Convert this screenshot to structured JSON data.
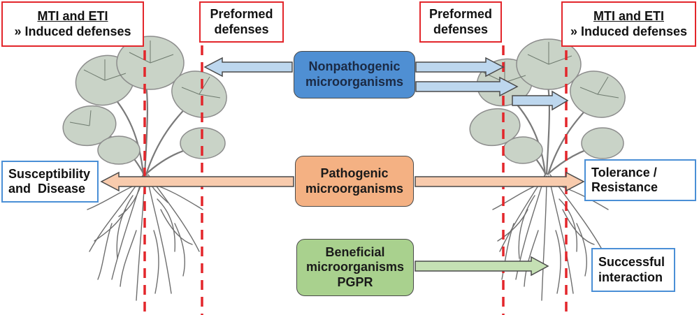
{
  "left_top_box": {
    "line1": "MTI and ETI",
    "line2": "» Induced defenses"
  },
  "left_preformed_box": {
    "line1": "Preformed",
    "line2": "defenses"
  },
  "right_preformed_box": {
    "line1": "Preformed",
    "line2": "defenses"
  },
  "right_top_box": {
    "line1": "MTI and ETI",
    "line2": "» Induced defenses"
  },
  "nonpathogenic": {
    "line1": "Nonpathogenic",
    "line2": "microorganisms",
    "color": "#4f8fd3"
  },
  "pathogenic": {
    "line1": "Pathogenic",
    "line2": "microorganisms",
    "color": "#f4b183"
  },
  "beneficial": {
    "line1": "Beneficial",
    "line2": "microorganisms",
    "line3": "PGPR",
    "color": "#a9d18e"
  },
  "susceptibility_box": {
    "line1": "Susceptibility",
    "line2": "and  Disease"
  },
  "tolerance_box": {
    "line1": "Tolerance /",
    "line2": "Resistance"
  },
  "successful_box": {
    "line1": "Successful",
    "line2": "interaction"
  },
  "colors": {
    "defense_line": "#e3262b",
    "outcome_border": "#4a8fd6",
    "blue_arrow": "#bdd7ee",
    "orange_arrow": "#f8cbad",
    "green_arrow": "#c5e0b4"
  }
}
